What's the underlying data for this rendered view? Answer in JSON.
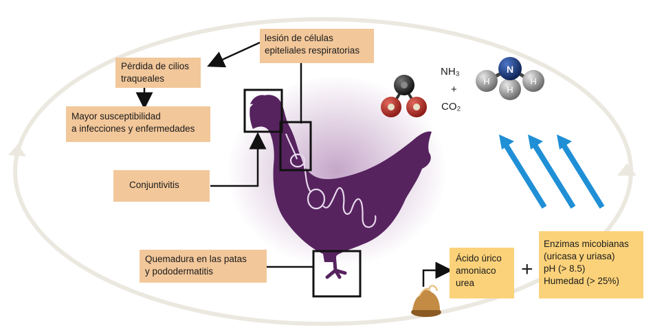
{
  "labels": {
    "epithelial": [
      "lesión de células",
      "epiteliales respiratorias"
    ],
    "cilia": [
      "Pérdida de cilios",
      "traqueales"
    ],
    "susceptibility": [
      "Mayor susceptibilidad",
      "a infecciones y enfermedades"
    ],
    "conjunctivitis": "Conjuntivitis",
    "footburn": [
      "Quemadura en las patas",
      "y pododermatitis"
    ],
    "uric": [
      "Ácido úrico",
      "amoniaco",
      "urea"
    ],
    "enzymes": [
      "Enzimas micobianas",
      "(uricasa y uriasa)",
      "pH (> 8.5)",
      "Humedad (> 25%)"
    ]
  },
  "chemistry": {
    "nh3": "NH₃",
    "plus": "+",
    "co2": "CO₂",
    "ammonia_atoms": {
      "center": "N",
      "side": "H"
    }
  },
  "plus_sign": "+",
  "colors": {
    "peach_box": "#f2c79a",
    "yellow_box": "#fbd27a",
    "hen_purple": "#56235f",
    "arrow_blue": "#1f8fd6",
    "cycle_ring": "#ebe8e0",
    "nitrogen_blue": "#1f3f8a",
    "oxygen_red": "#c0302a"
  },
  "icons": [
    "hen-silhouette-icon",
    "manure-pile-icon",
    "co2-molecule-icon",
    "nh3-molecule-icon",
    "upward-arrows-icon",
    "cycle-ring-icon"
  ]
}
